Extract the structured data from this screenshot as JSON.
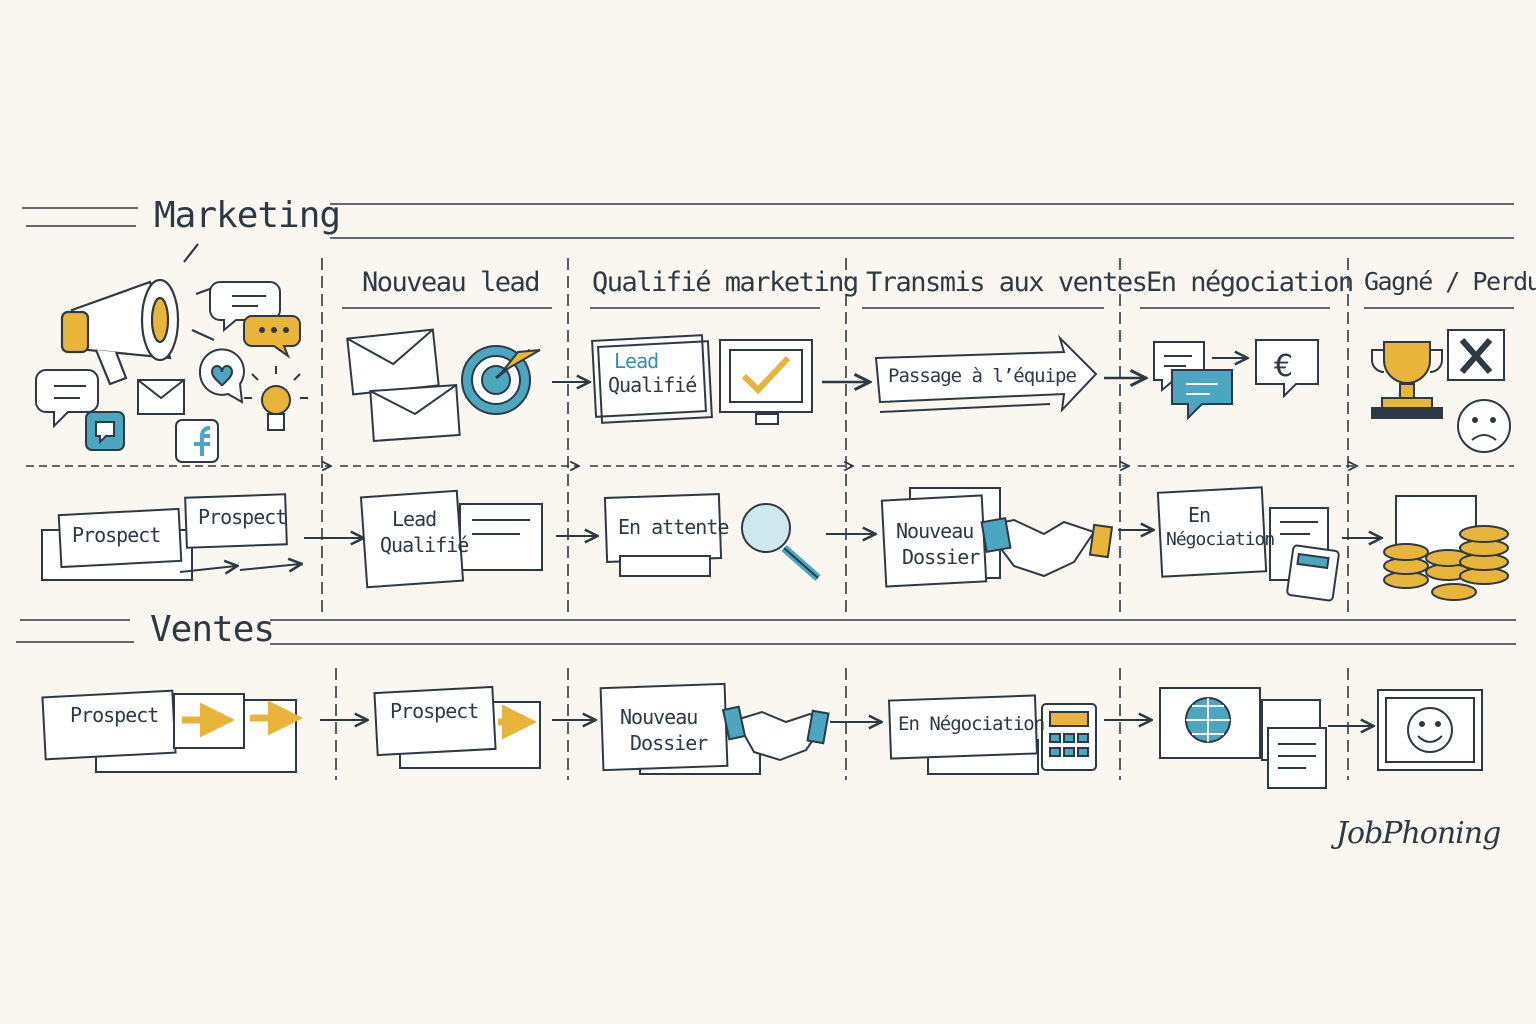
{
  "sections": {
    "marketing": "Marketing",
    "ventes": "Ventes"
  },
  "stages": [
    "Nouveau lead",
    "Qualifié marketing",
    "Transmis aux ventes",
    "En négociation",
    "Gagné / Perdu"
  ],
  "row1": {
    "lead_card_line1": "Lead",
    "lead_card_line2": "Qualifié",
    "handoff_banner": "Passage à l’équipe"
  },
  "row2": {
    "prospect_a": "Prospect",
    "prospect_b": "Prospect",
    "lead_line1": "Lead",
    "lead_line2": "Qualifié",
    "en_attente": "En attente",
    "nouveau_line1": "Nouveau",
    "nouveau_line2": "Dossier",
    "nego_line1": "En",
    "nego_line2": "Négociation"
  },
  "row3": {
    "prospect_a": "Prospect",
    "prospect_b": "Prospect",
    "nouveau_line1": "Nouveau",
    "nouveau_line2": "Dossier",
    "en_negociation": "En Négociation"
  },
  "brand": "JobPhoning",
  "colors": {
    "ink": "#2d3a45",
    "accent_yellow": "#e8b43a",
    "accent_blue": "#4ba6bf",
    "background": "#faf7f0"
  },
  "icons": [
    "megaphone-icon",
    "speech-bubble-icon",
    "heart-icon",
    "lightbulb-icon",
    "envelope-icon",
    "facebook-icon",
    "target-icon",
    "checkmark-monitor-icon",
    "magnifier-icon",
    "handshake-icon",
    "euro-icon",
    "trophy-icon",
    "cross-icon",
    "sad-face-icon",
    "coins-icon",
    "calculator-icon",
    "globe-icon",
    "smiley-icon"
  ]
}
